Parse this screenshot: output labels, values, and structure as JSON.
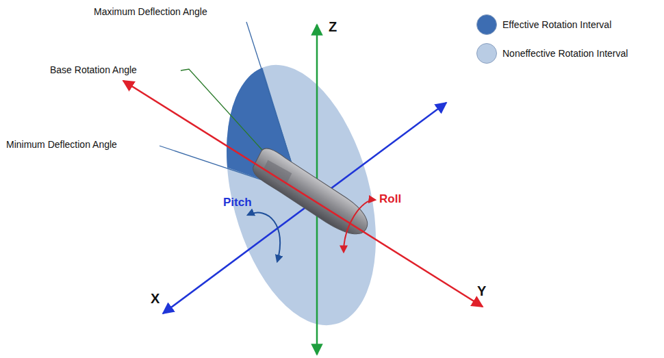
{
  "diagram": {
    "labels": [
      "Maximum Deflection Angle",
      "Base Rotation Angle",
      "Minimum Deflection Angle",
      "Z",
      "Pitch",
      "Roll",
      "X",
      "Y"
    ],
    "legend": [
      {
        "text": "Effective Rotation Interval",
        "color": "#3d6db2"
      },
      {
        "text": "Noneffective Rotation Interval",
        "color": "#b9cce4"
      }
    ]
  }
}
